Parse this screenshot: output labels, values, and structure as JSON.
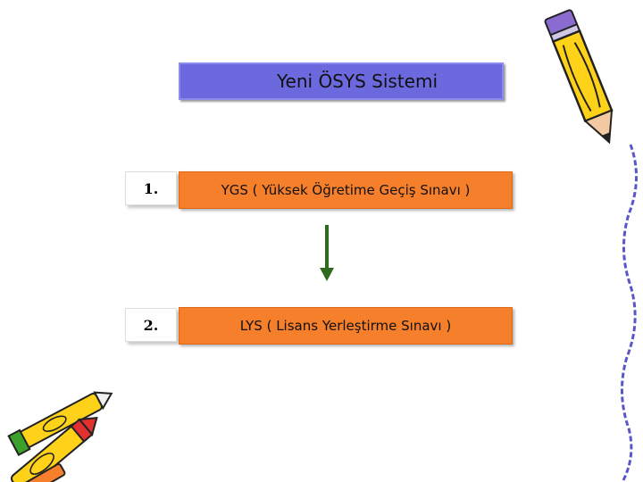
{
  "title": "Yeni ÖSYS Sistemi",
  "steps": [
    {
      "number": "1.",
      "label": "YGS ( Yüksek Öğretime Geçiş Sınavı )"
    },
    {
      "number": "2.",
      "label": "LYS ( Lisans Yerleştirme Sınavı )"
    }
  ],
  "colors": {
    "title_box": "#6b69dd",
    "step_box": "#f57f2a",
    "arrow": "#2e6b1e",
    "pencil_body": "#ffd21a"
  },
  "decorations": [
    "pencil-clipart-icon",
    "crayons-clipart-icon",
    "page-curl-edge"
  ]
}
